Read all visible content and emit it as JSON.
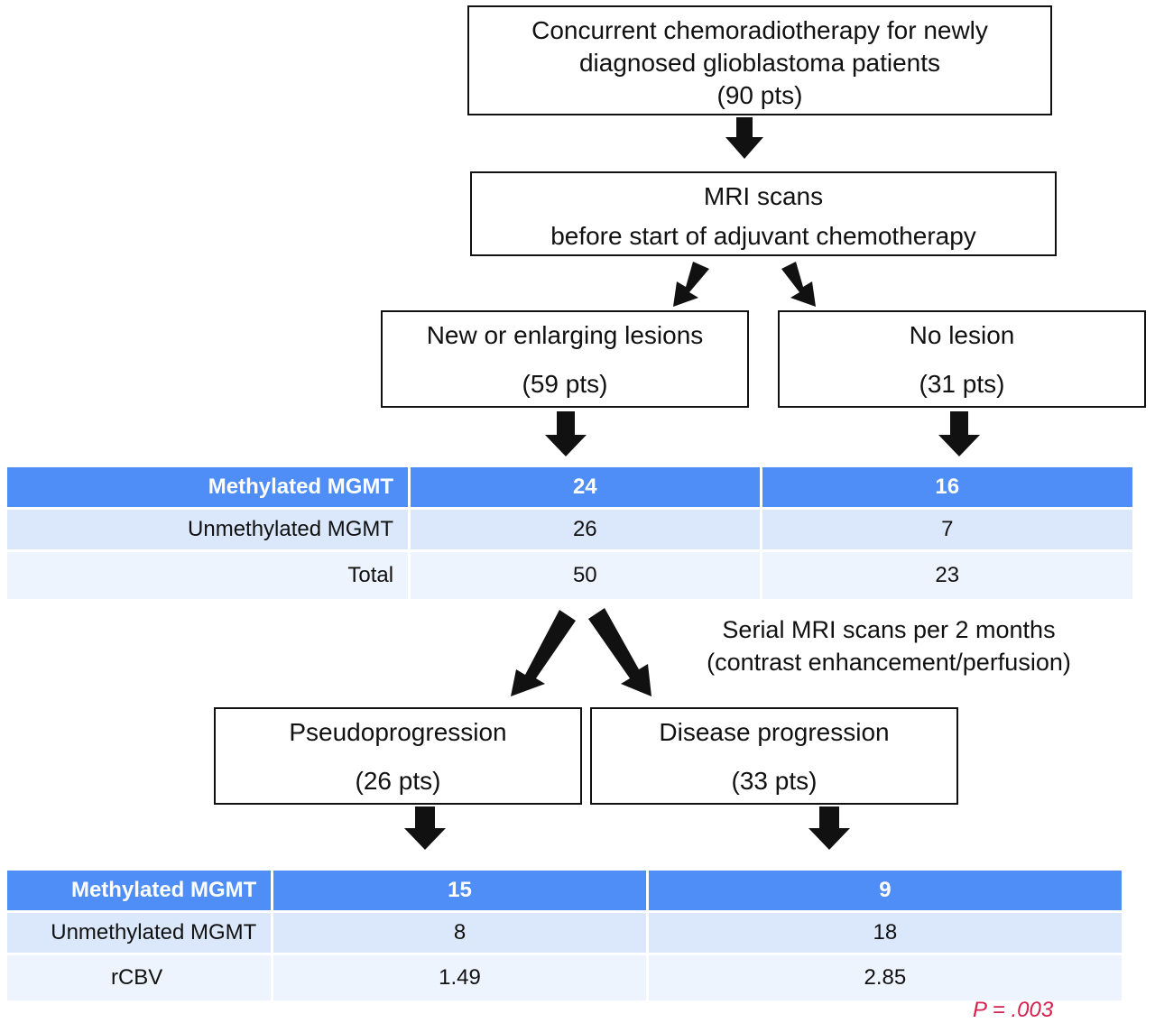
{
  "boxes": {
    "top": {
      "line1": "Concurrent chemoradiotherapy for newly",
      "line2": "diagnosed glioblastoma patients",
      "line3": "(90 pts)"
    },
    "mri": {
      "line1": "MRI scans",
      "line2": "before start of adjuvant chemotherapy"
    },
    "new_lesions": {
      "line1": "New or enlarging lesions",
      "line2": "(59 pts)"
    },
    "no_lesion": {
      "line1": "No lesion",
      "line2": "(31 pts)"
    },
    "pseudo": {
      "line1": "Pseudoprogression",
      "line2": "(26 pts)"
    },
    "disease": {
      "line1": "Disease progression",
      "line2": "(33 pts)"
    }
  },
  "table1": {
    "rows": [
      {
        "label": "Methylated MGMT",
        "c1": "24",
        "c2": "16"
      },
      {
        "label": "Unmethylated MGMT",
        "c1": "26",
        "c2": "7"
      },
      {
        "label": "Total",
        "c1": "50",
        "c2": "23"
      }
    ]
  },
  "serial_note": {
    "line1": "Serial MRI scans per 2 months",
    "line2": "(contrast enhancement/perfusion)"
  },
  "table2": {
    "rows": [
      {
        "label": "Methylated MGMT",
        "c1": "15",
        "c2": "9"
      },
      {
        "label": "Unmethylated MGMT",
        "c1": "8",
        "c2": "18"
      },
      {
        "label": "rCBV",
        "c1": "1.49",
        "c2": "2.85"
      }
    ]
  },
  "p_value": "P = .003",
  "colors": {
    "header": "#4f8ef7",
    "row1": "#dbe7fb",
    "row2": "#eef4fd",
    "p_value": "#d6204f"
  }
}
